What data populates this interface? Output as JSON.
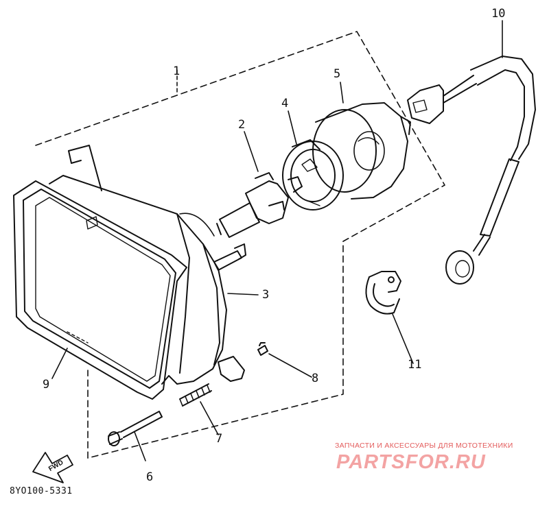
{
  "diagram": {
    "callouts": {
      "c1": "1",
      "c2": "2",
      "c3": "3",
      "c4": "4",
      "c5": "5",
      "c6": "6",
      "c7": "7",
      "c8": "8",
      "c9": "9",
      "c10": "10",
      "c11": "11"
    },
    "direction_label": "FWD",
    "drawing_code": "8YO100-5331"
  },
  "watermark": {
    "caption": "ЗАПЧАСТИ И АКСЕССУАРЫ ДЛЯ МОТОТЕХНИКИ",
    "logo": "PARTSFOR.RU"
  }
}
